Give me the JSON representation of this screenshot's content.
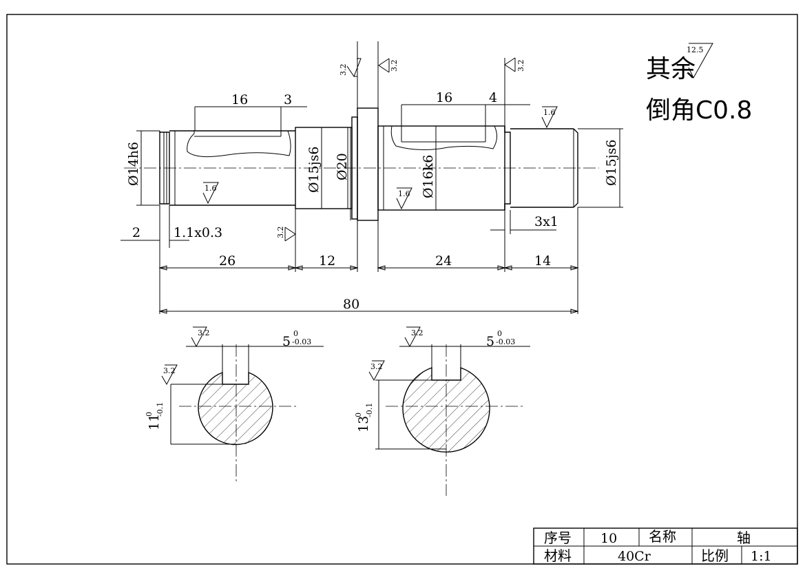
{
  "notes": {
    "other_roughness": "其余",
    "other_roughness_value": "12.5",
    "chamfer": "倒角C0.8"
  },
  "dimensions": {
    "key1_len": "16",
    "key1_off": "3",
    "key2_len": "16",
    "key2_off": "4",
    "dia_left": "Ø14h6",
    "dia_bearing_left": "Ø15js6",
    "dia_collar": "Ø20",
    "dia_gear": "Ø16k6",
    "dia_right": "Ø15js6",
    "groove_left_offset": "2",
    "groove_left": "1.1x0.3",
    "groove_right": "3x1",
    "len_26": "26",
    "len_12": "12",
    "len_24": "24",
    "len_14": "14",
    "total_len": "80"
  },
  "roughness": {
    "r1": "3.2",
    "r2": "3.2",
    "r3": "3.2",
    "r4": "1.6",
    "r5": "1.6",
    "r6": "1.6",
    "r7": "3.2",
    "s1_top": "3.2",
    "s1_side": "3.2",
    "s2_top": "3.2",
    "s2_side": "3.2"
  },
  "sections": {
    "s1_width": "5",
    "s1_width_upper": "0",
    "s1_width_lower": "-0.03",
    "s1_depth": "11",
    "s1_depth_upper": "0",
    "s1_depth_lower": "-0.1",
    "s2_width": "5",
    "s2_width_upper": "0",
    "s2_width_lower": "-0.03",
    "s2_depth": "13",
    "s2_depth_upper": "0",
    "s2_depth_lower": "-0.1"
  },
  "title_block": {
    "no_label": "序号",
    "no_value": "10",
    "name_label": "名称",
    "name_value": "轴",
    "material_label": "材料",
    "material_value": "40Cr",
    "scale_label": "比例",
    "scale_value": "1:1"
  }
}
